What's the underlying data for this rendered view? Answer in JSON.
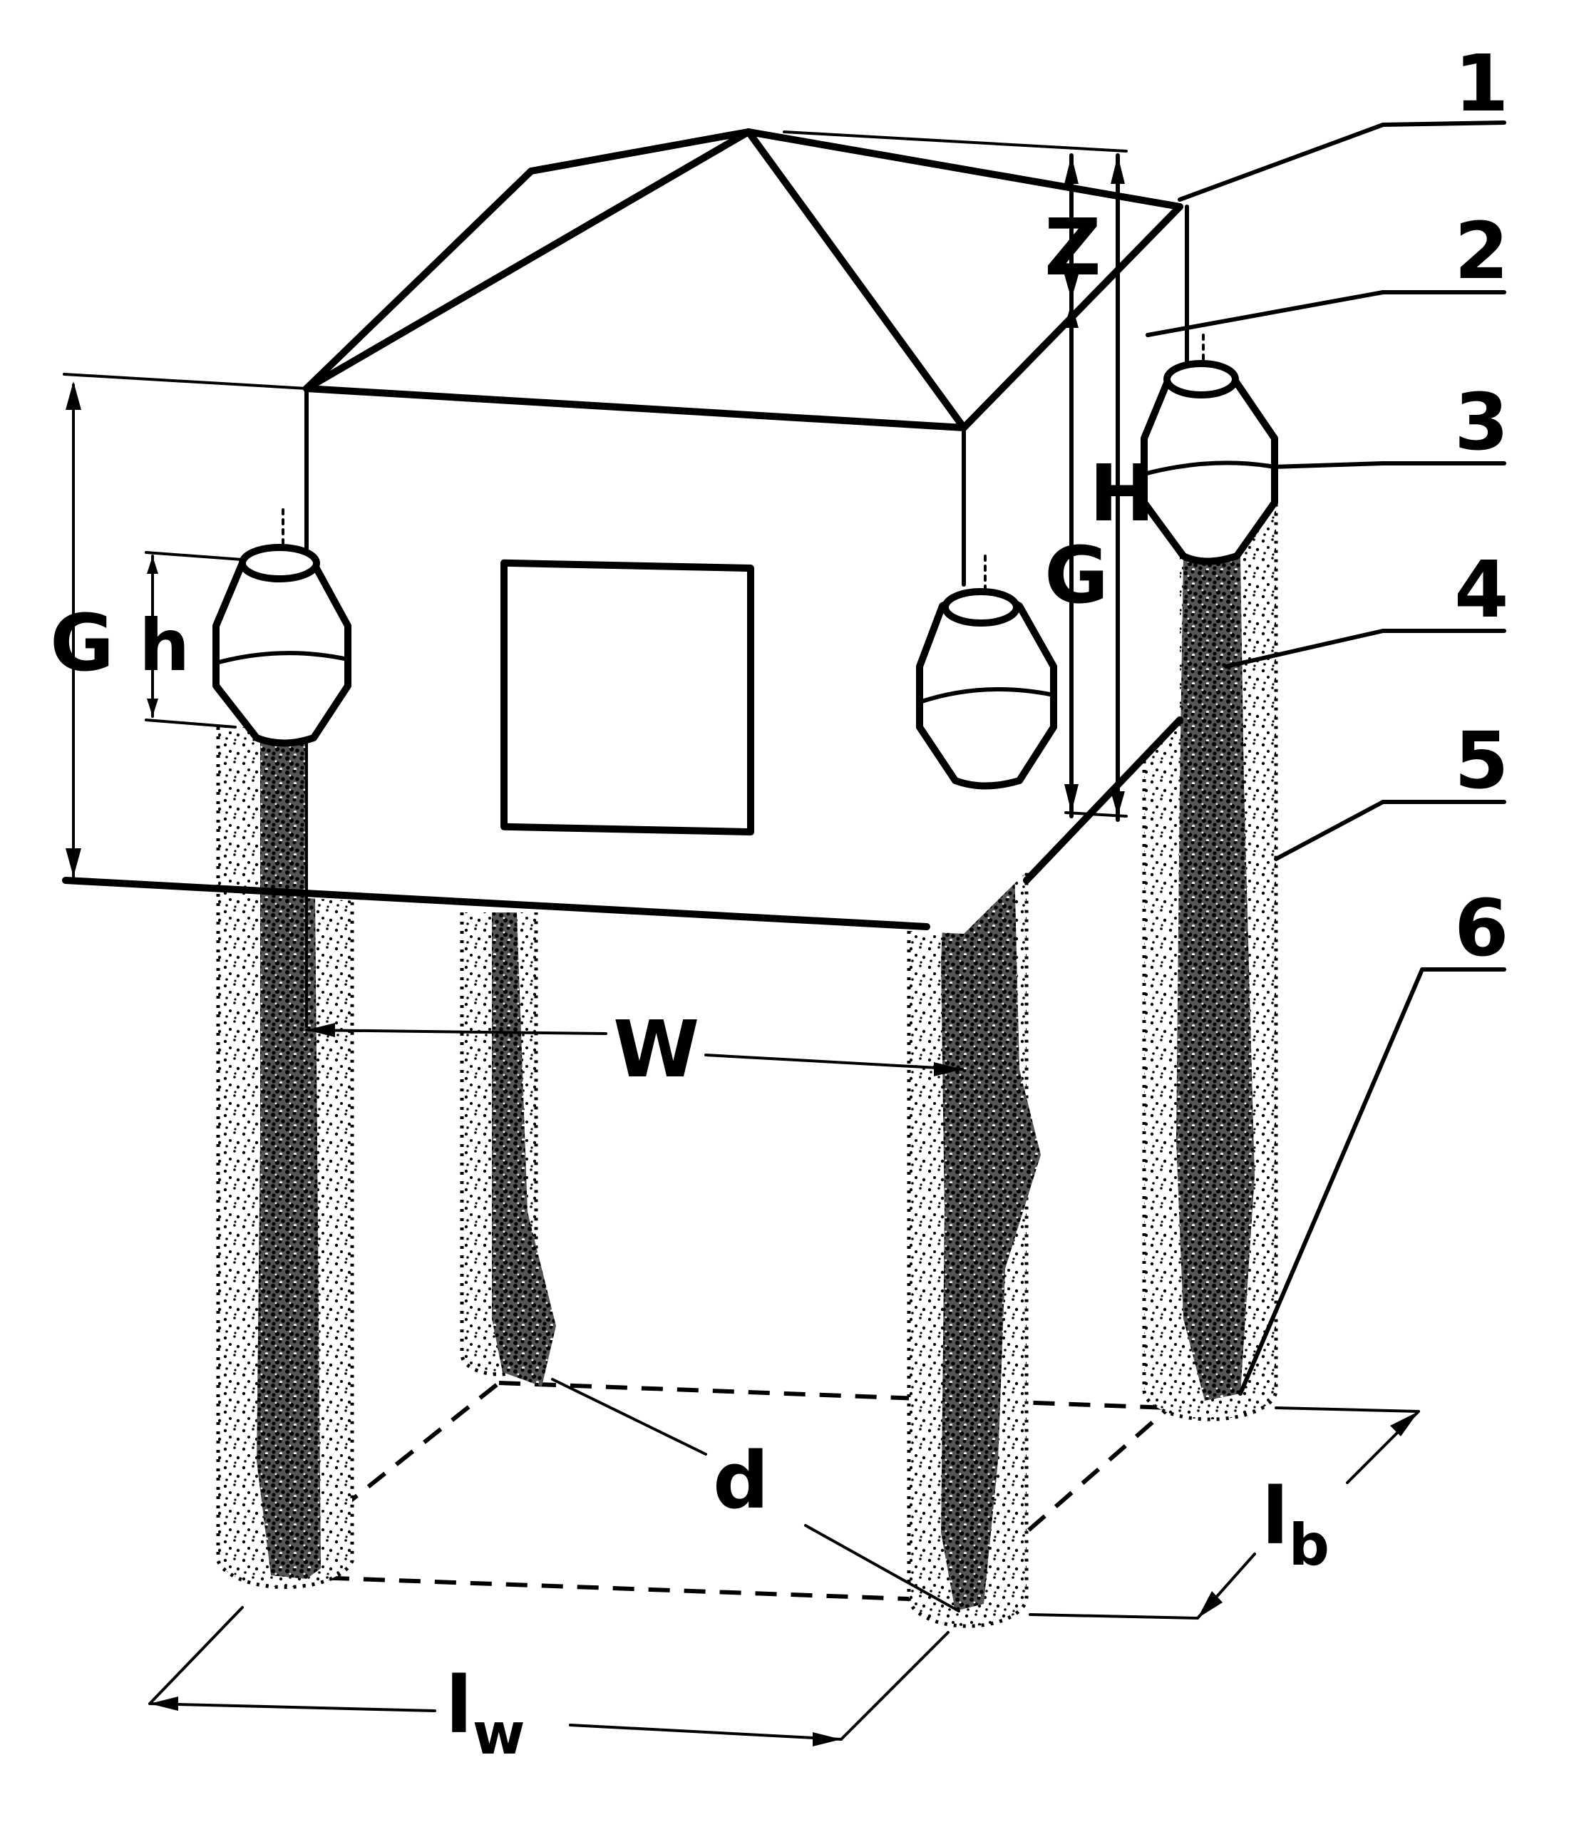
{
  "diagram": {
    "callouts": [
      "1",
      "2",
      "3",
      "4",
      "5",
      "6"
    ],
    "dimensions": {
      "roof_height": "Z",
      "total_height": "H",
      "distance_right": "G",
      "distance_left": "G",
      "cap_height": "h",
      "width": "W",
      "column_diameter": "d",
      "length_w": "l",
      "length_w_sub": "w",
      "length_b": "l",
      "length_b_sub": "b"
    }
  }
}
